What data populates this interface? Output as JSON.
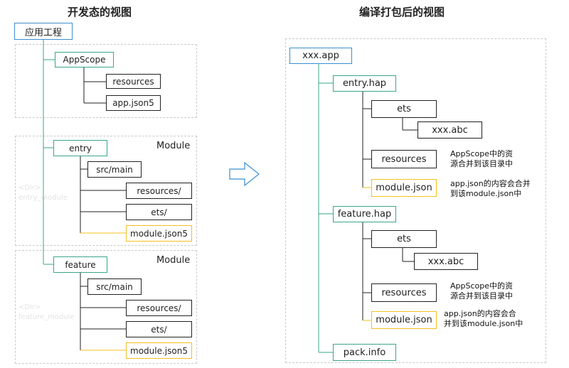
{
  "left": {
    "title": "开发态的视图",
    "root": "应用工程",
    "appscope": {
      "label": "AppScope",
      "children": [
        "resources",
        "app.json5"
      ]
    },
    "entry": {
      "label": "entry",
      "region_tag": "Module",
      "ghost": [
        "<Dir>",
        "entry_module"
      ],
      "children": [
        "src/main",
        "resources/",
        "ets/",
        "module.json5"
      ]
    },
    "feature": {
      "label": "feature",
      "region_tag": "Module",
      "ghost": [
        "<Dir>",
        "feature_module"
      ],
      "children": [
        "src/main",
        "resources/",
        "ets/",
        "module.json5"
      ]
    }
  },
  "right": {
    "title": "编译打包后的视图",
    "root": "xxx.app",
    "entry_hap": {
      "label": "entry.hap",
      "ets": "ets",
      "abc": "xxx.abc",
      "resources": "resources",
      "resources_note": [
        "AppScope中的资",
        "源合并到该目录中"
      ],
      "module_json": "module.json",
      "module_note": [
        "app.json的内容会合并",
        "到该module.json中"
      ]
    },
    "feature_hap": {
      "label": "feature.hap",
      "ets": "ets",
      "abc": "xxx.abc",
      "resources": "resources",
      "resources_note": [
        "AppScope中的资",
        "源合并到该目录中"
      ],
      "module_json": "module.json",
      "module_note": [
        "app.json的内容会合",
        "并到该module.json中"
      ]
    },
    "pack_info": "pack.info"
  },
  "colors": {
    "root_border": "#3a8fd0",
    "module_border": "#3aa58a",
    "json_border": "#f2c01f",
    "arrow": "#3a8fd0"
  }
}
